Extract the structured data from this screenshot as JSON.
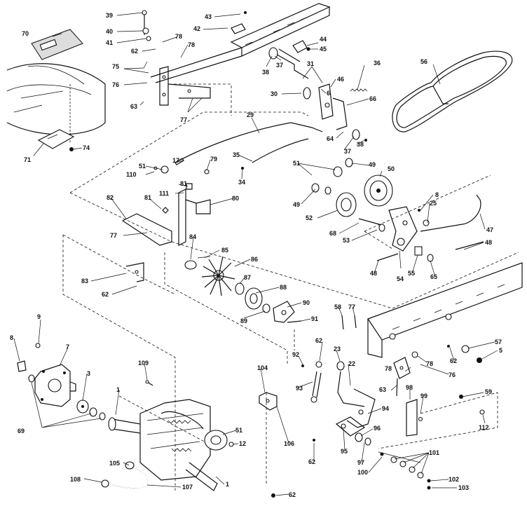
{
  "callouts": [
    {
      "id": "c39",
      "text": "39"
    },
    {
      "id": "c40",
      "text": "40"
    },
    {
      "id": "c41",
      "text": "41"
    },
    {
      "id": "c70",
      "text": "70"
    },
    {
      "id": "c62a",
      "text": "62"
    },
    {
      "id": "c78a",
      "text": "78"
    },
    {
      "id": "c78b",
      "text": "78"
    },
    {
      "id": "c75a",
      "text": "75"
    },
    {
      "id": "c76",
      "text": "76"
    },
    {
      "id": "c63a",
      "text": "63"
    },
    {
      "id": "c77a",
      "text": "77"
    },
    {
      "id": "c43",
      "text": "43"
    },
    {
      "id": "c42",
      "text": "42"
    },
    {
      "id": "c44",
      "text": "44"
    },
    {
      "id": "c45",
      "text": "45"
    },
    {
      "id": "c38a",
      "text": "38"
    },
    {
      "id": "c37a",
      "text": "37"
    },
    {
      "id": "c31",
      "text": "31"
    },
    {
      "id": "c30",
      "text": "30"
    },
    {
      "id": "c6a",
      "text": "6"
    },
    {
      "id": "c46",
      "text": "46"
    },
    {
      "id": "c36",
      "text": "36"
    },
    {
      "id": "c66",
      "text": "66"
    },
    {
      "id": "c56",
      "text": "56"
    },
    {
      "id": "c64",
      "text": "64"
    },
    {
      "id": "c37b",
      "text": "37"
    },
    {
      "id": "c38b",
      "text": "38"
    },
    {
      "id": "c29",
      "text": "29"
    },
    {
      "id": "c71",
      "text": "71"
    },
    {
      "id": "c74",
      "text": "74"
    },
    {
      "id": "c17",
      "text": "17"
    },
    {
      "id": "c79",
      "text": "79"
    },
    {
      "id": "c35",
      "text": "35"
    },
    {
      "id": "c34",
      "text": "34"
    },
    {
      "id": "c51a",
      "text": "51"
    },
    {
      "id": "c110",
      "text": "110"
    },
    {
      "id": "c51b",
      "text": "51"
    },
    {
      "id": "c49a",
      "text": "49"
    },
    {
      "id": "c50",
      "text": "50"
    },
    {
      "id": "c81a",
      "text": "81"
    },
    {
      "id": "c111",
      "text": "111"
    },
    {
      "id": "c80",
      "text": "80"
    },
    {
      "id": "c49b",
      "text": "49"
    },
    {
      "id": "c8a",
      "text": "8"
    },
    {
      "id": "c25",
      "text": "25"
    },
    {
      "id": "c82",
      "text": "82"
    },
    {
      "id": "c81b",
      "text": "81"
    },
    {
      "id": "c52",
      "text": "52"
    },
    {
      "id": "c47",
      "text": "47"
    },
    {
      "id": "c68",
      "text": "68"
    },
    {
      "id": "c77b",
      "text": "77"
    },
    {
      "id": "c53",
      "text": "53"
    },
    {
      "id": "c48a",
      "text": "48"
    },
    {
      "id": "c84",
      "text": "84"
    },
    {
      "id": "c85",
      "text": "85"
    },
    {
      "id": "c86",
      "text": "86"
    },
    {
      "id": "c48b",
      "text": "48"
    },
    {
      "id": "c55",
      "text": "55"
    },
    {
      "id": "c65",
      "text": "65"
    },
    {
      "id": "c54",
      "text": "54"
    },
    {
      "id": "c83",
      "text": "83"
    },
    {
      "id": "c87",
      "text": "87"
    },
    {
      "id": "c62b",
      "text": "62"
    },
    {
      "id": "c88",
      "text": "88"
    },
    {
      "id": "c89",
      "text": "89"
    },
    {
      "id": "c90",
      "text": "90"
    },
    {
      "id": "c91",
      "text": "91"
    },
    {
      "id": "c58",
      "text": "58"
    },
    {
      "id": "c77c",
      "text": "77"
    },
    {
      "id": "c9",
      "text": "9"
    },
    {
      "id": "c8b",
      "text": "8"
    },
    {
      "id": "c7",
      "text": "7"
    },
    {
      "id": "c62c",
      "text": "62"
    },
    {
      "id": "c23",
      "text": "23"
    },
    {
      "id": "c57",
      "text": "57"
    },
    {
      "id": "c92",
      "text": "92"
    },
    {
      "id": "c78c",
      "text": "78"
    },
    {
      "id": "c5",
      "text": "5"
    },
    {
      "id": "c62d",
      "text": "62"
    },
    {
      "id": "c22",
      "text": "22"
    },
    {
      "id": "c78d",
      "text": "78"
    },
    {
      "id": "c76b",
      "text": "76"
    },
    {
      "id": "c104",
      "text": "104"
    },
    {
      "id": "c109",
      "text": "109"
    },
    {
      "id": "c63b",
      "text": "63"
    },
    {
      "id": "c3",
      "text": "3"
    },
    {
      "id": "c93",
      "text": "93"
    },
    {
      "id": "c98",
      "text": "98"
    },
    {
      "id": "c99",
      "text": "99"
    },
    {
      "id": "c59",
      "text": "59"
    },
    {
      "id": "c1a",
      "text": "1"
    },
    {
      "id": "c94",
      "text": "94"
    },
    {
      "id": "c69",
      "text": "69"
    },
    {
      "id": "c112",
      "text": "112"
    },
    {
      "id": "c96",
      "text": "96"
    },
    {
      "id": "c51c",
      "text": "51"
    },
    {
      "id": "c95",
      "text": "95"
    },
    {
      "id": "c12",
      "text": "12"
    },
    {
      "id": "c106a",
      "text": "106"
    },
    {
      "id": "c97",
      "text": "97"
    },
    {
      "id": "c62e",
      "text": "62"
    },
    {
      "id": "c101",
      "text": "101"
    },
    {
      "id": "c105",
      "text": "105"
    },
    {
      "id": "c100",
      "text": "100"
    },
    {
      "id": "c108",
      "text": "108"
    },
    {
      "id": "c107",
      "text": "107"
    },
    {
      "id": "c102",
      "text": "102"
    },
    {
      "id": "c1b",
      "text": "1"
    },
    {
      "id": "c103",
      "text": "103"
    },
    {
      "id": "c62f",
      "text": "62"
    }
  ]
}
